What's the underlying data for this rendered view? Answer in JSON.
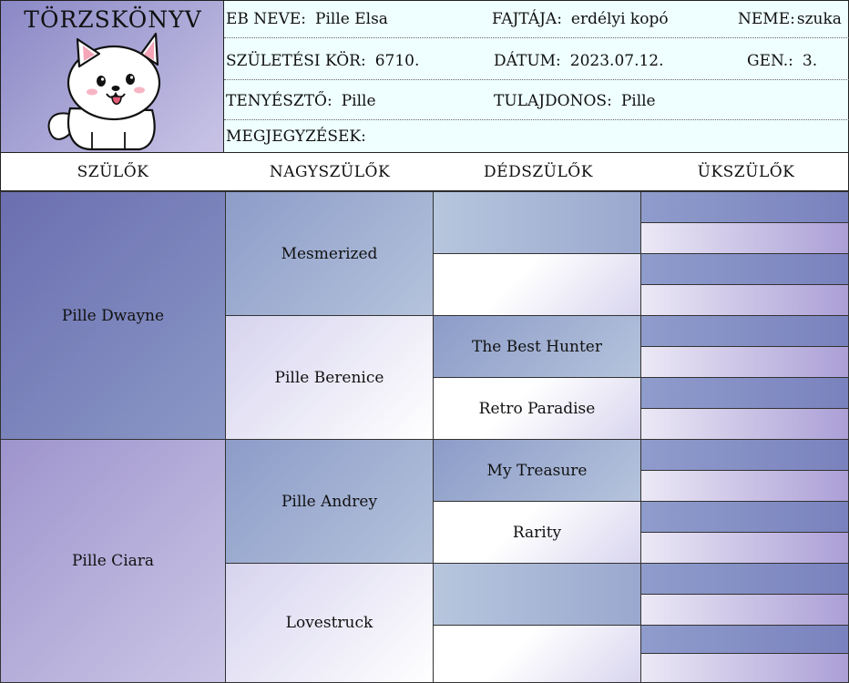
{
  "logo": {
    "title": "TÖRZSKÖNYV",
    "image": "white-puppy-cartoon"
  },
  "info": {
    "name_label": "EB NEVE:",
    "name_value": "Pille Elsa",
    "breed_label": "FAJTÁJA:",
    "breed_value": "erdélyi kopó",
    "sex_label": "NEME:",
    "sex_value": "szuka",
    "birth_label": "SZÜLETÉSI KÖR:",
    "birth_value": "6710.",
    "date_label": "DÁTUM:",
    "date_value": "2023.07.12.",
    "gen_label": "GEN.:",
    "gen_value": "3.",
    "breeder_label": "TENYÉSZTŐ:",
    "breeder_value": "Pille",
    "owner_label": "TULAJDONOS:",
    "owner_value": "Pille",
    "notes_label": "MEGJEGYZÉSEK:",
    "notes_value": ""
  },
  "columns": [
    "SZÜLŐK",
    "NAGYSZÜLŐK",
    "DÉDSZÜLŐK",
    "ÜKSZÜLŐK"
  ],
  "parents": [
    "Pille Dwayne",
    "Pille Ciara"
  ],
  "grandparents": [
    "Mesmerized",
    "Pille Berenice",
    "Pille Andrey",
    "Lovestruck"
  ],
  "great_grandparents": [
    "",
    "",
    "The Best Hunter",
    "Retro Paradise",
    "My Treasure",
    "Rarity",
    "",
    ""
  ],
  "great_great_grandparents": [
    "",
    "",
    "",
    "",
    "",
    "",
    "",
    "",
    "",
    "",
    "",
    "",
    "",
    "",
    "",
    ""
  ]
}
